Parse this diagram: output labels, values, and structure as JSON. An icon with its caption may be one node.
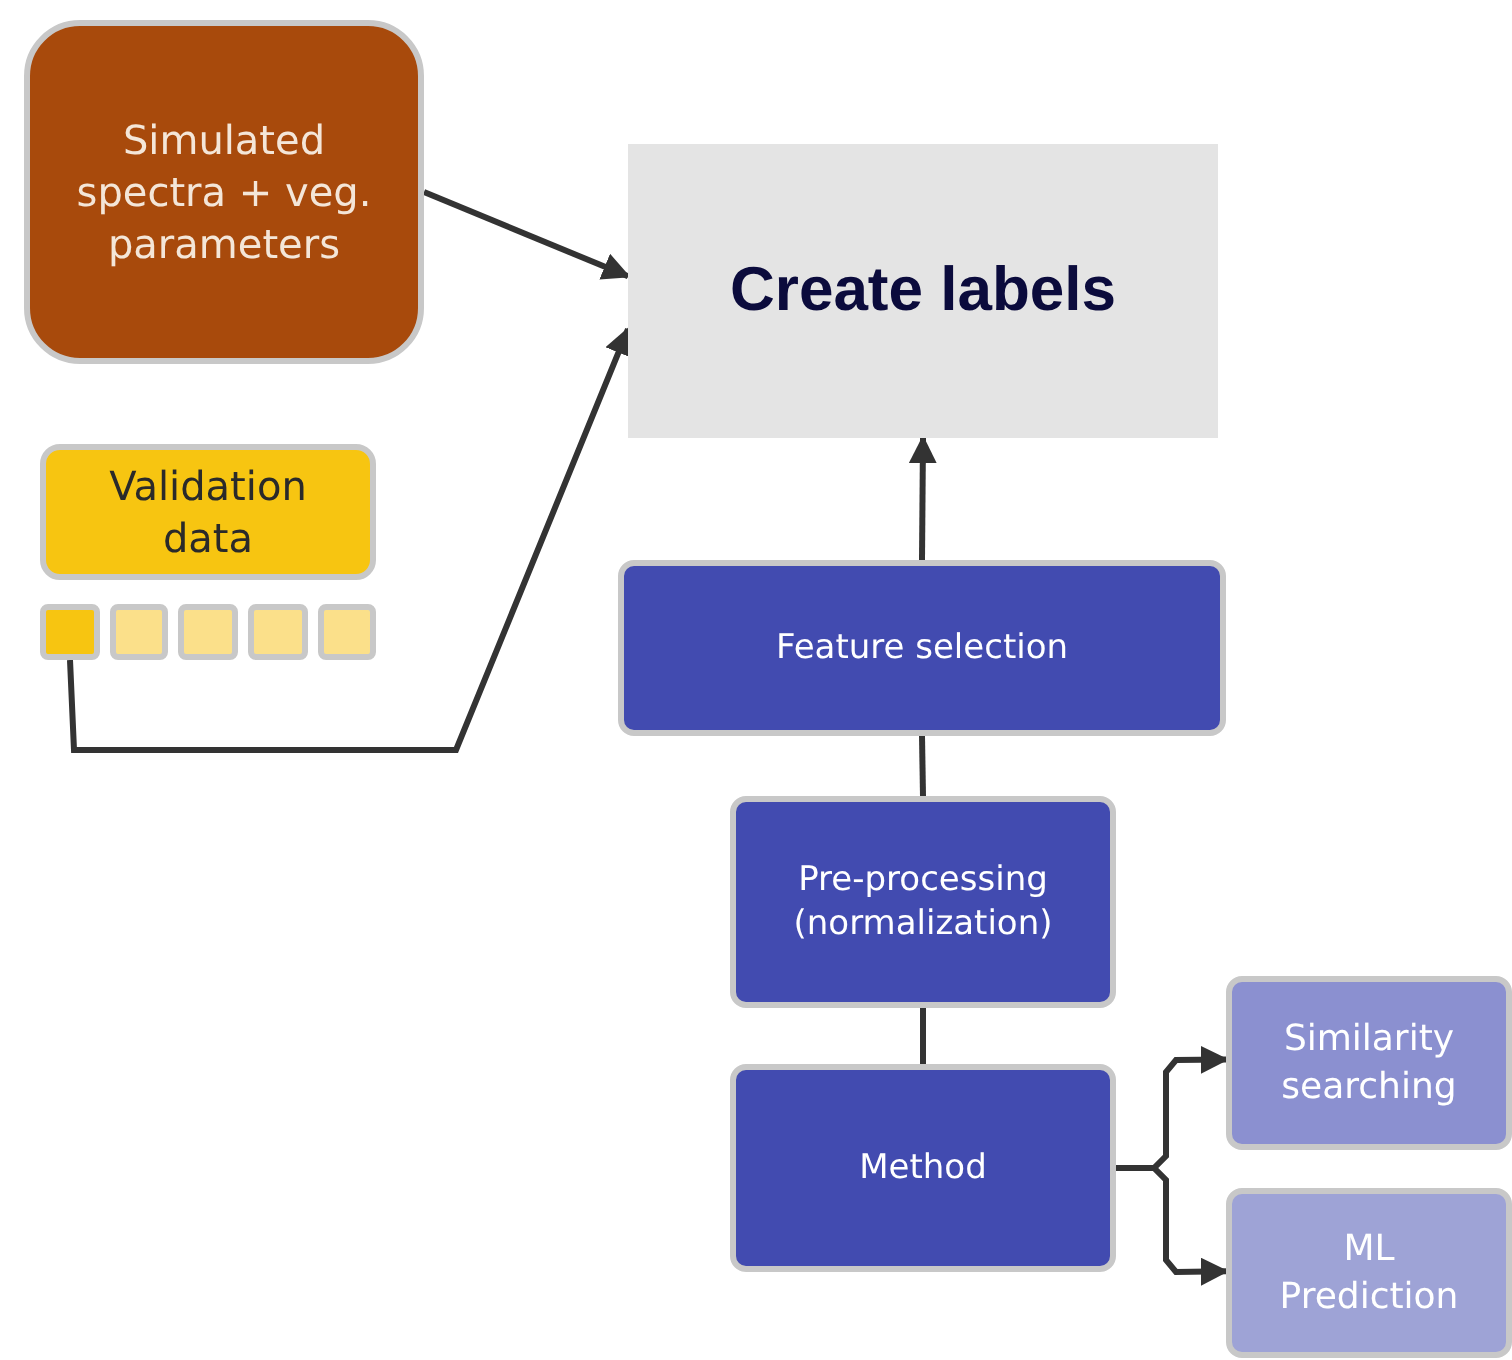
{
  "diagram": {
    "nodes": [
      {
        "text": [
          "Simulated spectra + veg. parameters"
        ]
      },
      {
        "text": [
          "Validation data"
        ]
      },
      {
        "text": [],
        "shape": "box"
      },
      {
        "text": [],
        "shape": "box"
      },
      {
        "text": [],
        "shape": "box"
      },
      {
        "text": [],
        "shape": "box"
      },
      {
        "text": [],
        "shape": "box"
      },
      {
        "text": [
          "Create labels"
        ]
      },
      {
        "text": [
          "Feature selection"
        ]
      },
      {
        "text": [
          "Pre-processing (normalization)"
        ]
      },
      {
        "text": [
          "Method"
        ]
      },
      {
        "text": [
          "Similarity searching"
        ]
      },
      {
        "text": [
          "ML Prediction"
        ]
      }
    ],
    "edges": [
      {
        "from": 0,
        "to": 7,
        "arrow": "to"
      },
      {
        "from": 2,
        "to": 7,
        "arrow": "to"
      },
      {
        "from": 8,
        "to": 7,
        "arrow": "to"
      },
      {
        "from": 9,
        "to": 8,
        "arrow": "none"
      },
      {
        "from": 10,
        "to": 9,
        "arrow": "none"
      },
      {
        "from": 10,
        "to": 11,
        "arrow": "to"
      },
      {
        "from": 10,
        "to": 12,
        "arrow": "to"
      }
    ]
  }
}
